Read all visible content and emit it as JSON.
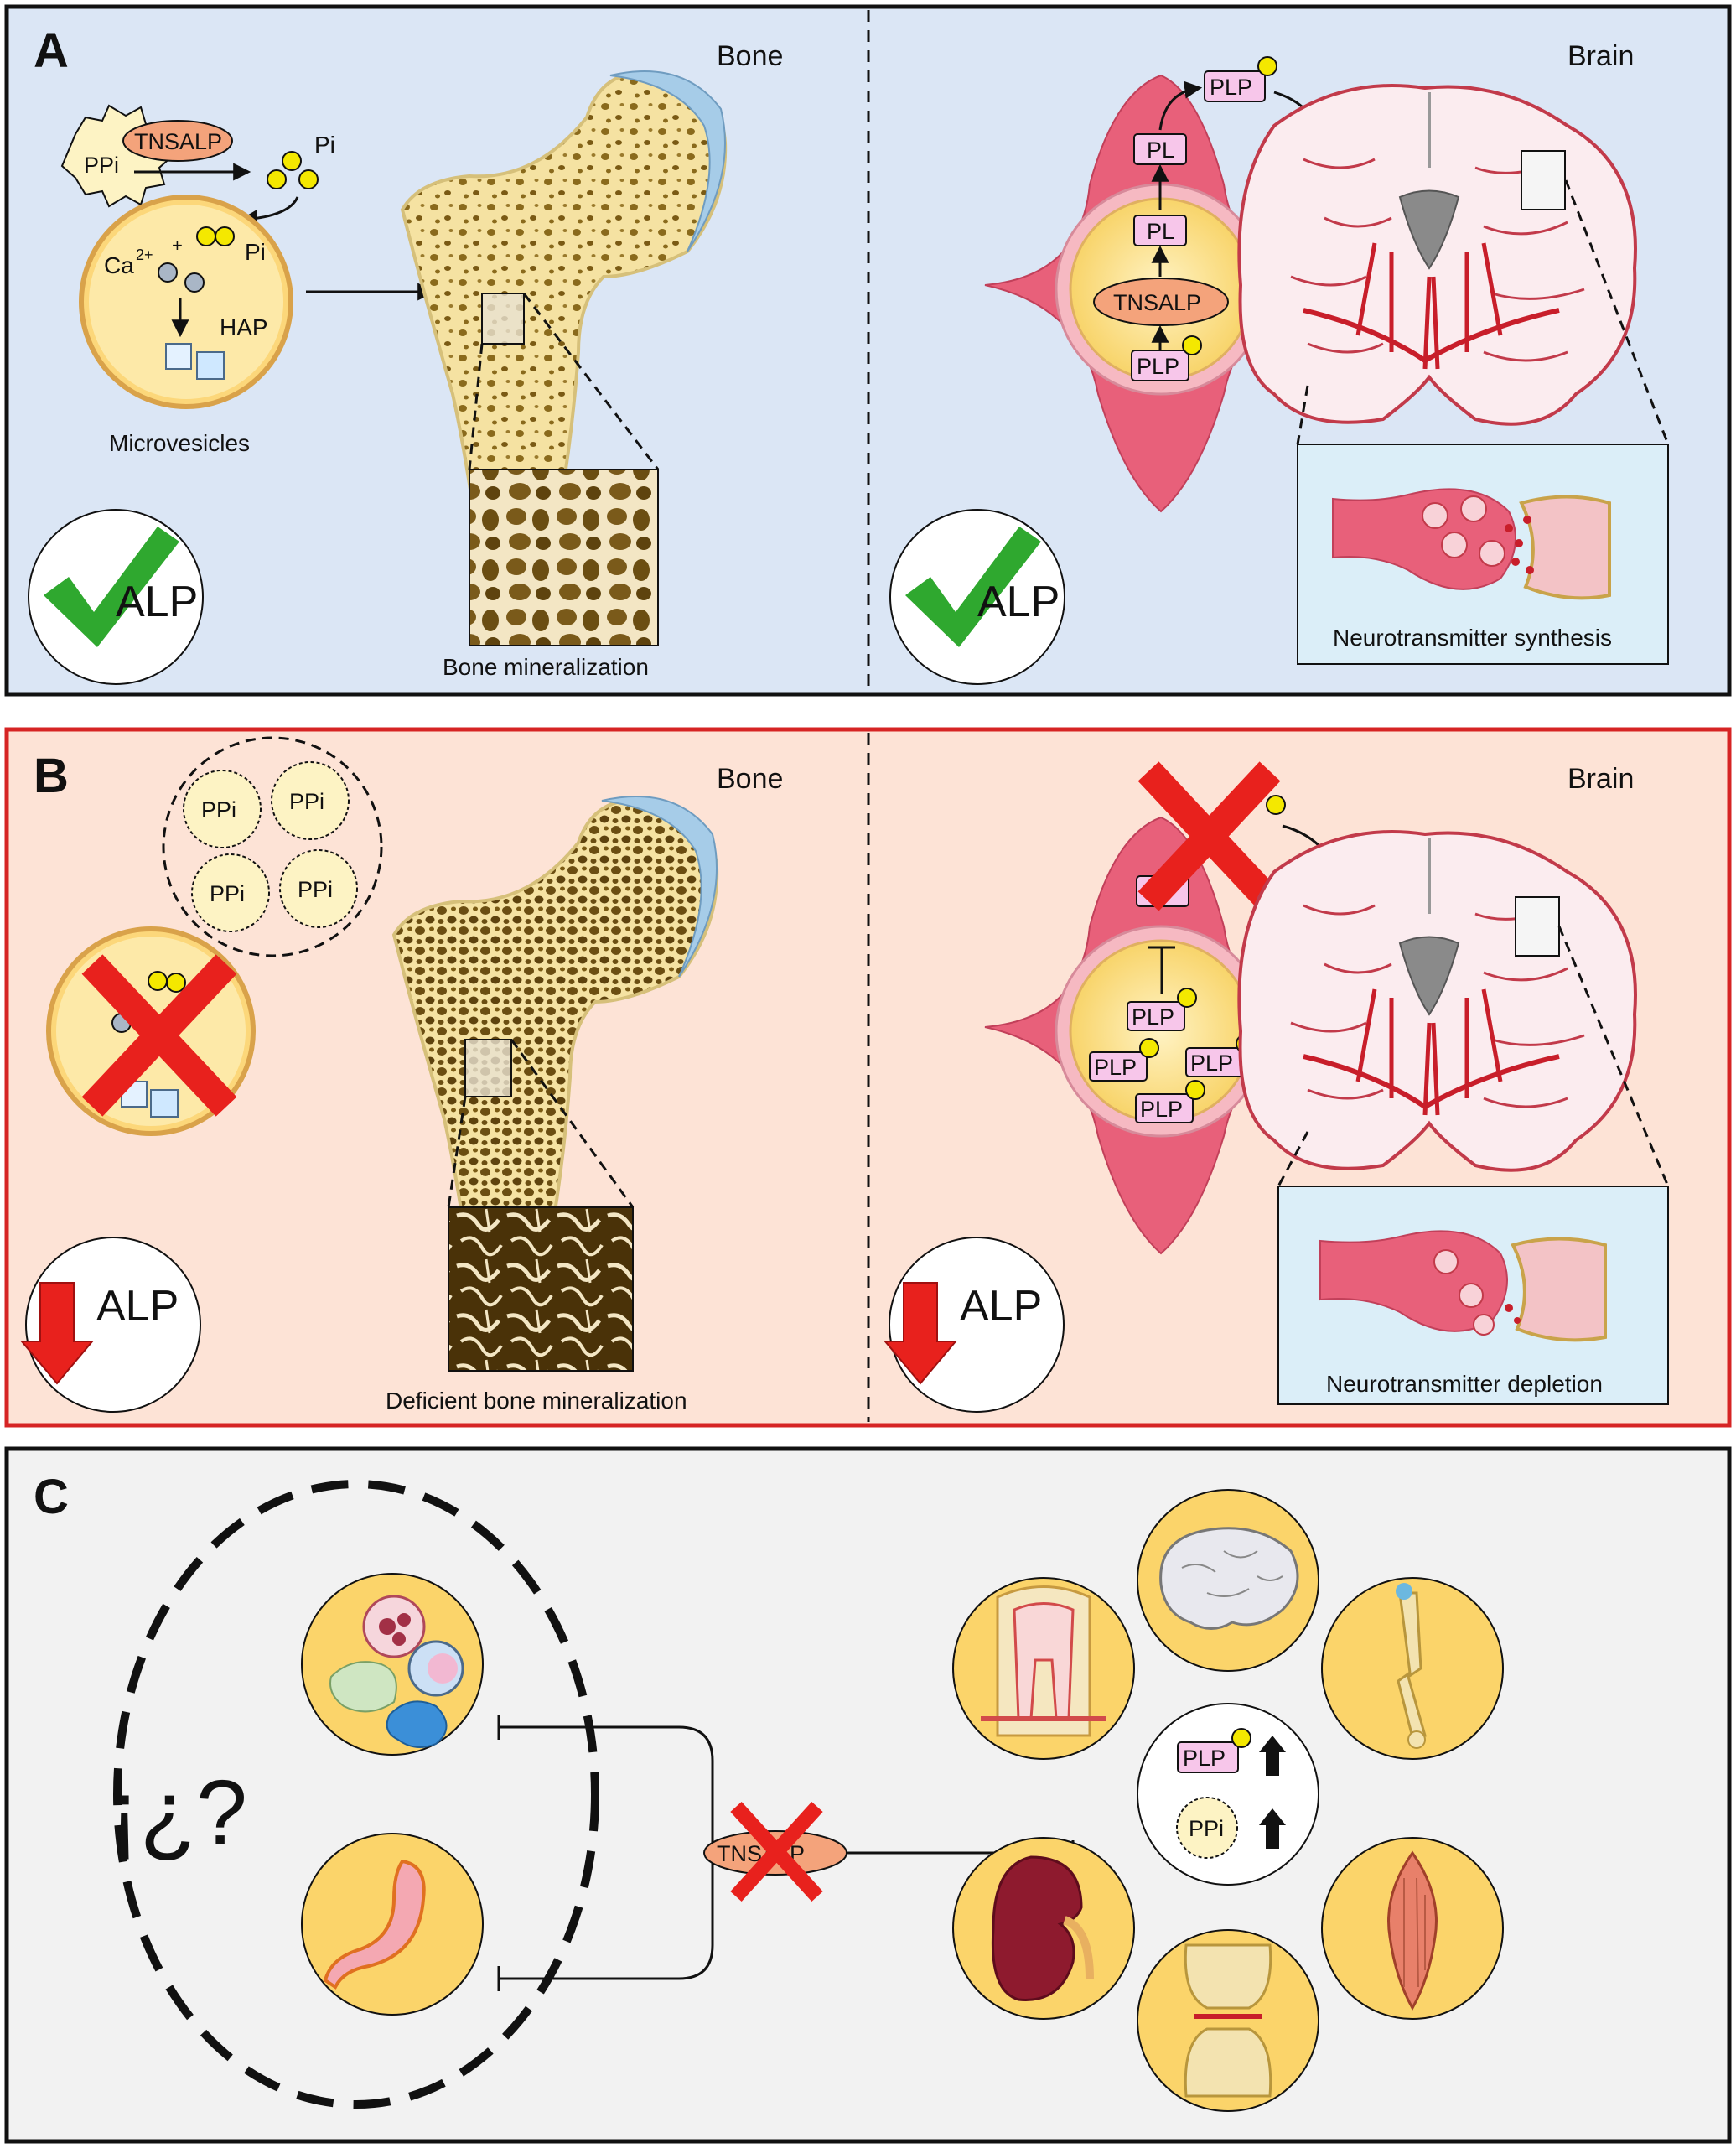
{
  "panelA": {
    "letter": "A",
    "bone_title": "Bone",
    "brain_title": "Brain",
    "ppi": "PPi",
    "tnsalp": "TNSALP",
    "pi_top": "Pi",
    "pi_inner": "Pi",
    "ca": "Ca",
    "ca_sup": "2+",
    "plus": "+",
    "hap": "HAP",
    "microvesicles": "Microvesicles",
    "bone_mineralization": "Bone mineralization",
    "alp_left": "ALP",
    "alp_right": "ALP",
    "plp_top": "PLP",
    "pl_upper": "PL",
    "pl_lower": "PL",
    "tnsalp_cell": "TNSALP",
    "plp_cell": "PLP",
    "neurotransmitter": "Neurotransmitter synthesis"
  },
  "panelB": {
    "letter": "B",
    "bone_title": "Bone",
    "brain_title": "Brain",
    "ppi_1": "PPi",
    "ppi_2": "PPi",
    "ppi_3": "PPi",
    "ppi_4": "PPi",
    "deficient": "Deficient bone mineralization",
    "alp_left": "ALP",
    "alp_right": "ALP",
    "plp_1": "PLP",
    "plp_2": "PLP",
    "plp_3": "PLP",
    "plp_4": "PLP",
    "neurotransmitter": "Neurotransmitter depletion"
  },
  "panelC": {
    "letter": "C",
    "question": "¡¿?",
    "tnsalp": "TNSALP",
    "plp": "PLP",
    "ppi": "PPi"
  },
  "colors": {
    "panelA_bg": "#dbe6f5",
    "panelB_bg": "#fde3d6",
    "panelC_bg": "#f2f2f2",
    "panelB_border": "#d62424",
    "bone": "#f5e2a2",
    "tnsalp": "#f4a37b",
    "plp": "#f7c6ea",
    "pi_dot": "#f4e800",
    "check": "#2fa82f",
    "cross": "#e8211d",
    "organ_circle": "#fbd46a",
    "vessel": "#e8607a"
  }
}
